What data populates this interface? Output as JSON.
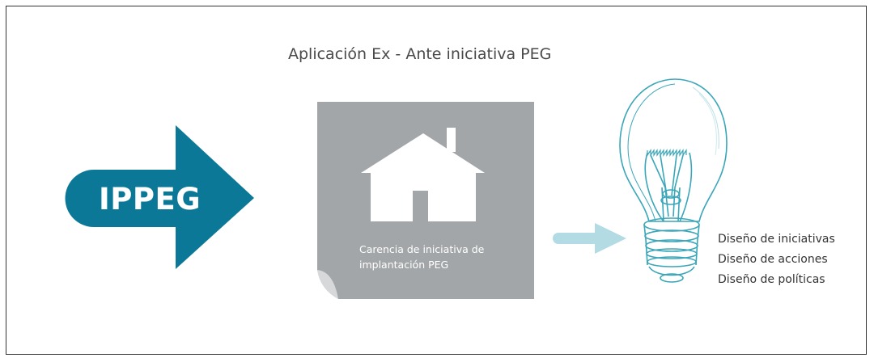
{
  "title": "Aplicación Ex - Ante iniciativa PEG",
  "arrow": {
    "label": "IPPEG"
  },
  "note": {
    "lines": [
      "Carencia de iniciativa de",
      "implantación PEG"
    ]
  },
  "outcomes": [
    "Diseño de iniciativas",
    "Diseño de acciones",
    "Diseño de políticas"
  ],
  "colors": {
    "arrow": "#0c7897",
    "note": "#a3a6a8",
    "small_arrow": "#b2dbe4",
    "bulb": "#3aa6b9"
  },
  "icons": [
    "arrow-icon",
    "house-icon",
    "arrow-right-icon",
    "light-bulb-icon"
  ]
}
